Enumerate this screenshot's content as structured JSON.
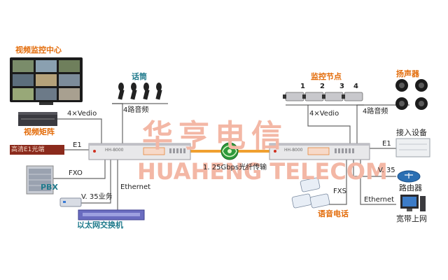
{
  "watermark": {
    "cn": "华亨电信",
    "en": "HUAHENG TELECOM"
  },
  "labels": {
    "video_center": "视频监控中心",
    "video_matrix": "视频矩阵",
    "mic": "话筒",
    "pbx": "PBX",
    "eth_switch": "以太网交换机",
    "monitor_nodes": "监控节点",
    "speaker": "扬声器",
    "access_device": "接入设备",
    "router": "路由器",
    "broadband": "宽带上网",
    "voice_phone": "语音电话",
    "fiber": "1. 25Gbps光纤传输"
  },
  "links": {
    "vedio_left": "4×Vedio",
    "audio_left": "4路音频",
    "e1_left": "E1",
    "fxo": "FXO",
    "v35_left": "V. 35业务",
    "ethernet_left": "Ethernet",
    "vedio_right": "4×Vedio",
    "audio_right": "4路音频",
    "e1_right": "E1",
    "v35_right": "V. 35",
    "fxs": "FXS",
    "ethernet_right": "Ethernet"
  },
  "camera_numbers": [
    "1",
    "2",
    "3",
    "4"
  ],
  "e1_panel_text": "高清E1光端",
  "device_caption": "HH-8000",
  "colors": {
    "orange": "#e36c0a",
    "teal": "#1f7a8c",
    "fiber": "#f0a030",
    "device": "#e8e8ea",
    "line": "#555555",
    "watermark": "#f3b7a5"
  }
}
